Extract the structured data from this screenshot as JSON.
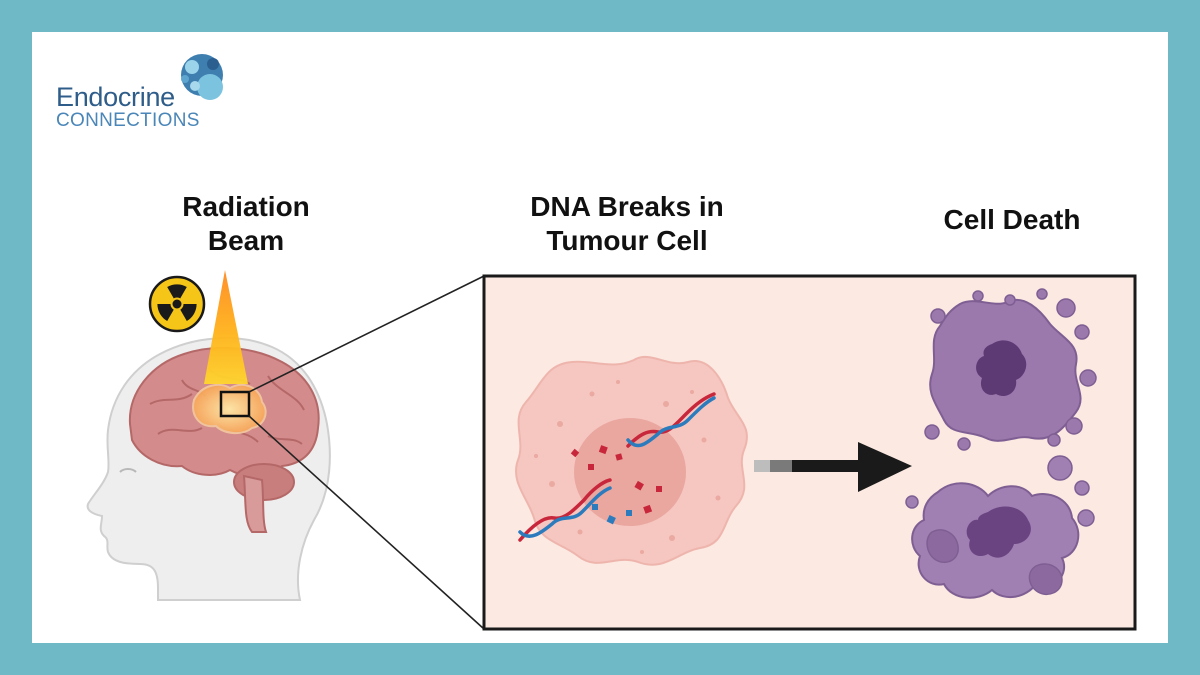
{
  "logo": {
    "line1": "Endocrine",
    "line2": "CONNECTIONS"
  },
  "labels": {
    "radiation": [
      "Radiation",
      "Beam"
    ],
    "dna": [
      "DNA Breaks in",
      "Tumour Cell"
    ],
    "death": "Cell Death"
  },
  "colors": {
    "outer_border": "#6fb9c6",
    "panel_fill": "#fbe9e2",
    "dna_red": "#c8263a",
    "dna_blue": "#2c7bbd",
    "dead_cell": "#9b79ad",
    "arrow": "#1a1a1a"
  },
  "icons": [
    "radiation-hazard-icon",
    "journal-logo-icon"
  ]
}
